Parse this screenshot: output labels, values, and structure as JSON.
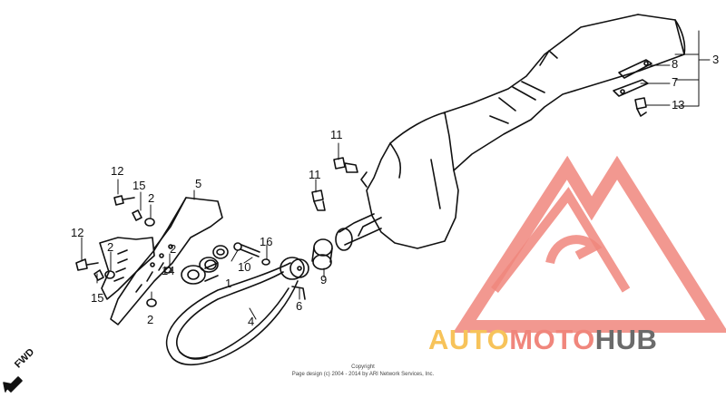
{
  "diagram": {
    "callouts": [
      "3",
      "8",
      "7",
      "13",
      "11",
      "11",
      "12",
      "15",
      "2",
      "5",
      "12",
      "2",
      "2",
      "14",
      "15",
      "2",
      "1",
      "10",
      "16",
      "6",
      "9",
      "4"
    ],
    "fwd_label": "FWD",
    "copyright_line1": "Copyright",
    "copyright_line2": "Page design (c) 2004 - 2014 by ARI Network Services, Inc."
  },
  "watermark": {
    "part1": "AUTO",
    "part2": "MOTO",
    "part3": "HUB",
    "colors": {
      "auto": "#f7c35a",
      "moto": "#f0867c",
      "hub": "#6b6b6b",
      "logo": "#f0867c"
    }
  }
}
